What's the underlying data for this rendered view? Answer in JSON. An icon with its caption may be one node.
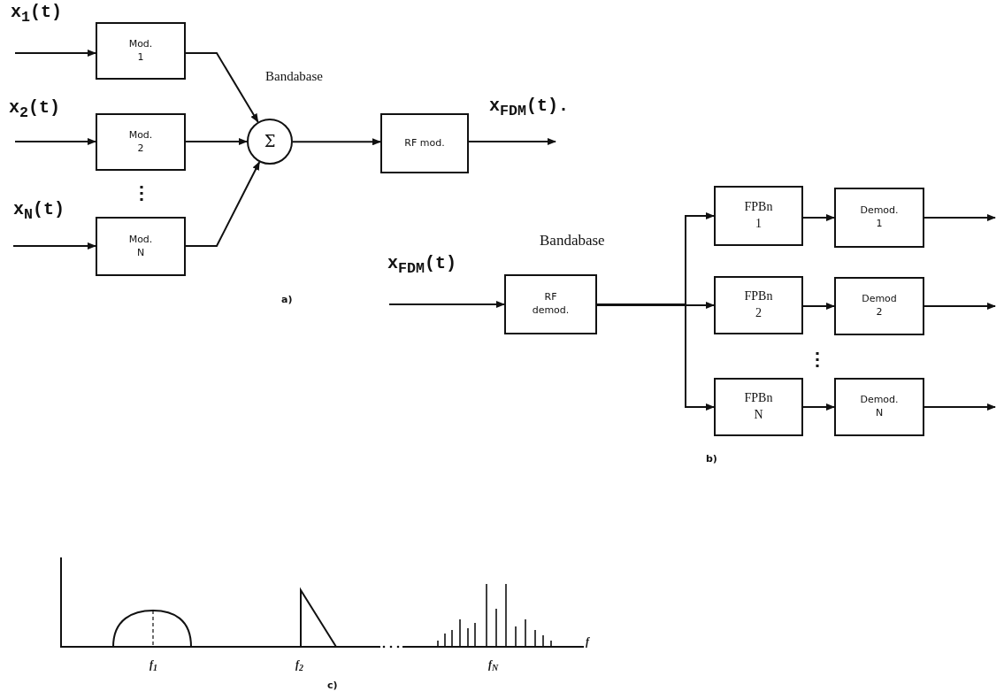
{
  "diagram": {
    "nodes": [
      {
        "text": [
          "Mod. 1"
        ]
      },
      {
        "text": [
          "Mod. 2"
        ]
      },
      {
        "text": [
          "Mod. N"
        ]
      },
      {
        "text": [
          "Σ"
        ]
      },
      {
        "text": [
          "RF mod."
        ]
      },
      {
        "text": [
          "RF demod."
        ]
      },
      {
        "text": [
          "FPBn 1"
        ]
      },
      {
        "text": [
          "FPBn 2"
        ]
      },
      {
        "text": [
          "FPBn N"
        ]
      },
      {
        "text": [
          "Demod. 1"
        ]
      },
      {
        "text": [
          "Demod 2"
        ]
      },
      {
        "text": [
          "Demod. N"
        ]
      }
    ],
    "edges": [
      {
        "from": null,
        "to": 0,
        "arrow": "to",
        "label": "x$_{1}$(t)"
      },
      {
        "from": null,
        "to": 1,
        "arrow": "to",
        "label": "x$_{2}$(t)"
      },
      {
        "from": null,
        "to": 2,
        "arrow": "to",
        "label": "x$_{N}$(t)"
      },
      {
        "from": 0,
        "to": 3,
        "arrow": "to"
      },
      {
        "from": 1,
        "to": 3,
        "arrow": "to"
      },
      {
        "from": 2,
        "to": 3,
        "arrow": "to"
      },
      {
        "from": 3,
        "to": 4,
        "arrow": "to"
      },
      {
        "from": 4,
        "to": null,
        "arrow": "to",
        "label": "x$_{FDM}$(t)."
      },
      {
        "from": null,
        "to": 5,
        "arrow": "to",
        "label": "x$_{FDM}$(t)"
      },
      {
        "from": 5,
        "to": 6,
        "arrow": "to"
      },
      {
        "from": 5,
        "to": 7,
        "arrow": "to"
      },
      {
        "from": 5,
        "to": 8,
        "arrow": "to"
      },
      {
        "from": 6,
        "to": 9,
        "arrow": "to"
      },
      {
        "from": 7,
        "to": 10,
        "arrow": "to"
      },
      {
        "from": 8,
        "to": 11,
        "arrow": "to"
      },
      {
        "from": 9,
        "to": null,
        "arrow": "to"
      },
      {
        "from": 10,
        "to": null,
        "arrow": "to"
      },
      {
        "from": 11,
        "to": null,
        "arrow": "to"
      }
    ],
    "labels": [
      "Bandabase",
      "a)",
      "Bandabase",
      "b)",
      "f$_{1}$",
      "f$_{2}$",
      "f$_{N}$",
      "f",
      "c)"
    ]
  }
}
